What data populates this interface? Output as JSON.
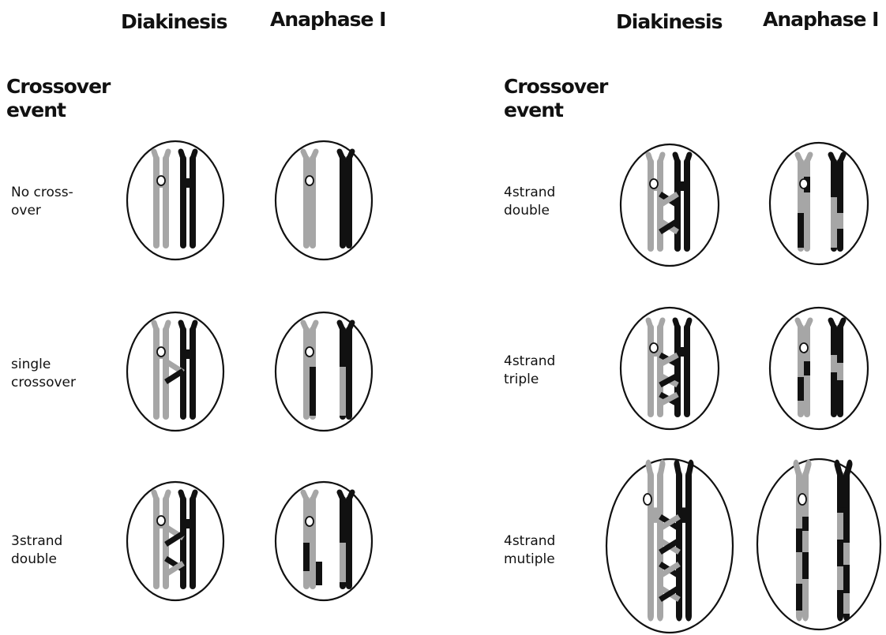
{
  "headers": {
    "left_diakinesis": "Diakinesis",
    "left_anaphase": "Anaphase I",
    "right_diakinesis": "Diakinesis",
    "right_anaphase": "Anaphase I"
  },
  "section_title": {
    "left": [
      "Crossover",
      "event"
    ],
    "right": [
      "Crossover",
      "event"
    ]
  },
  "events": [
    {
      "lines": [
        "No cross-",
        "over"
      ]
    },
    {
      "lines": [
        "single",
        "crossover"
      ]
    },
    {
      "lines": [
        "3strand",
        "double"
      ]
    },
    {
      "lines": [
        "4strand",
        "double"
      ]
    },
    {
      "lines": [
        "4strand",
        "triple"
      ]
    },
    {
      "lines": [
        "4strand",
        "mutiple"
      ]
    }
  ],
  "colors": {
    "homolog_gray": "#a6a6a6",
    "homolog_black": "#111111",
    "outline": "#111111"
  }
}
